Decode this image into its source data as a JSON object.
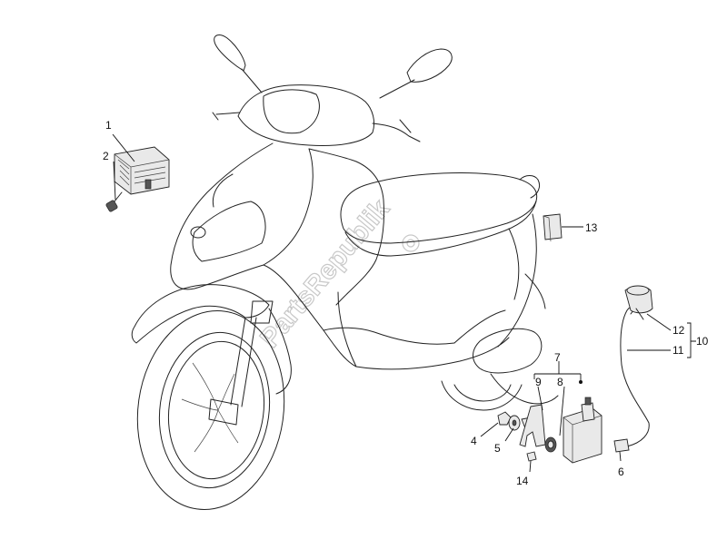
{
  "watermark": "PartsRepublik",
  "callouts": {
    "c1": "1",
    "c2": "2",
    "c4": "4",
    "c5": "5",
    "c6": "6",
    "c7": "7",
    "c8": "8",
    "c9": "9",
    "c10": "10",
    "c11": "11",
    "c12": "12",
    "c13": "13",
    "c14": "14"
  }
}
